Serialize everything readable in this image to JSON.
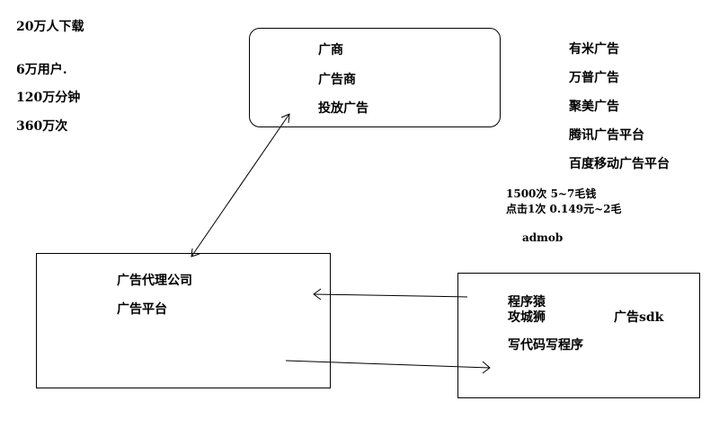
{
  "stats": [
    "20万人下载",
    "6万用户.",
    "120万分钟",
    "360万次"
  ],
  "advertiser_box": {
    "line1": "广商",
    "line2": "广告商",
    "line3": "投放广告"
  },
  "ad_platforms": [
    "有米广告",
    "万普广告",
    "聚美广告",
    "腾讯广告平台",
    "百度移动广告平台"
  ],
  "pricing": {
    "line1": "1500次 5~7毛钱",
    "line2": "点击1次 0.149元~2毛"
  },
  "admob": "admob",
  "agency_box": {
    "line1": "广告代理公司",
    "line2": "广告平台"
  },
  "developer_box": {
    "line1": "程序猿",
    "line2": "攻城狮",
    "sdk": "广告sdk",
    "line3": "写代码写程序"
  }
}
